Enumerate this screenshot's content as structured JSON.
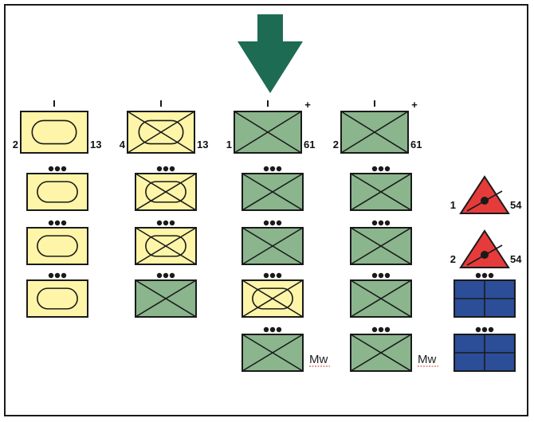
{
  "colors": {
    "friendly_yellow": "#fff5a8",
    "infantry_green": "#8bb58d",
    "arrow_green": "#1d6b52",
    "triangle_red": "#e63b3b",
    "blue_unit": "#2c4e99",
    "outline": "#1a1a1a"
  },
  "arrow": {
    "icon": "down-arrow-icon",
    "color": "#1d6b52"
  },
  "columns": [
    {
      "header": {
        "type": "armor",
        "size_mark": "I",
        "plus": "",
        "left_label": "2",
        "right_label": "13"
      },
      "units": [
        "armor",
        "armor",
        "armor"
      ]
    },
    {
      "header": {
        "type": "mech",
        "size_mark": "I",
        "plus": "",
        "left_label": "4",
        "right_label": "13"
      },
      "units": [
        "mech",
        "mech",
        "infantry"
      ]
    },
    {
      "header": {
        "type": "infantry",
        "size_mark": "I",
        "plus": "+",
        "left_label": "1",
        "right_label": "61"
      },
      "units": [
        "infantry",
        "infantry",
        "mech",
        "infantry"
      ],
      "last_label": "Mw"
    },
    {
      "header": {
        "type": "infantry",
        "size_mark": "I",
        "plus": "+",
        "left_label": "2",
        "right_label": "61"
      },
      "units": [
        "infantry",
        "infantry",
        "infantry",
        "infantry"
      ],
      "last_label": "Mw"
    }
  ],
  "right_column": {
    "triangles": [
      {
        "left_label": "1",
        "right_label": "54"
      },
      {
        "left_label": "2",
        "right_label": "54"
      }
    ],
    "blue_units": 2
  }
}
